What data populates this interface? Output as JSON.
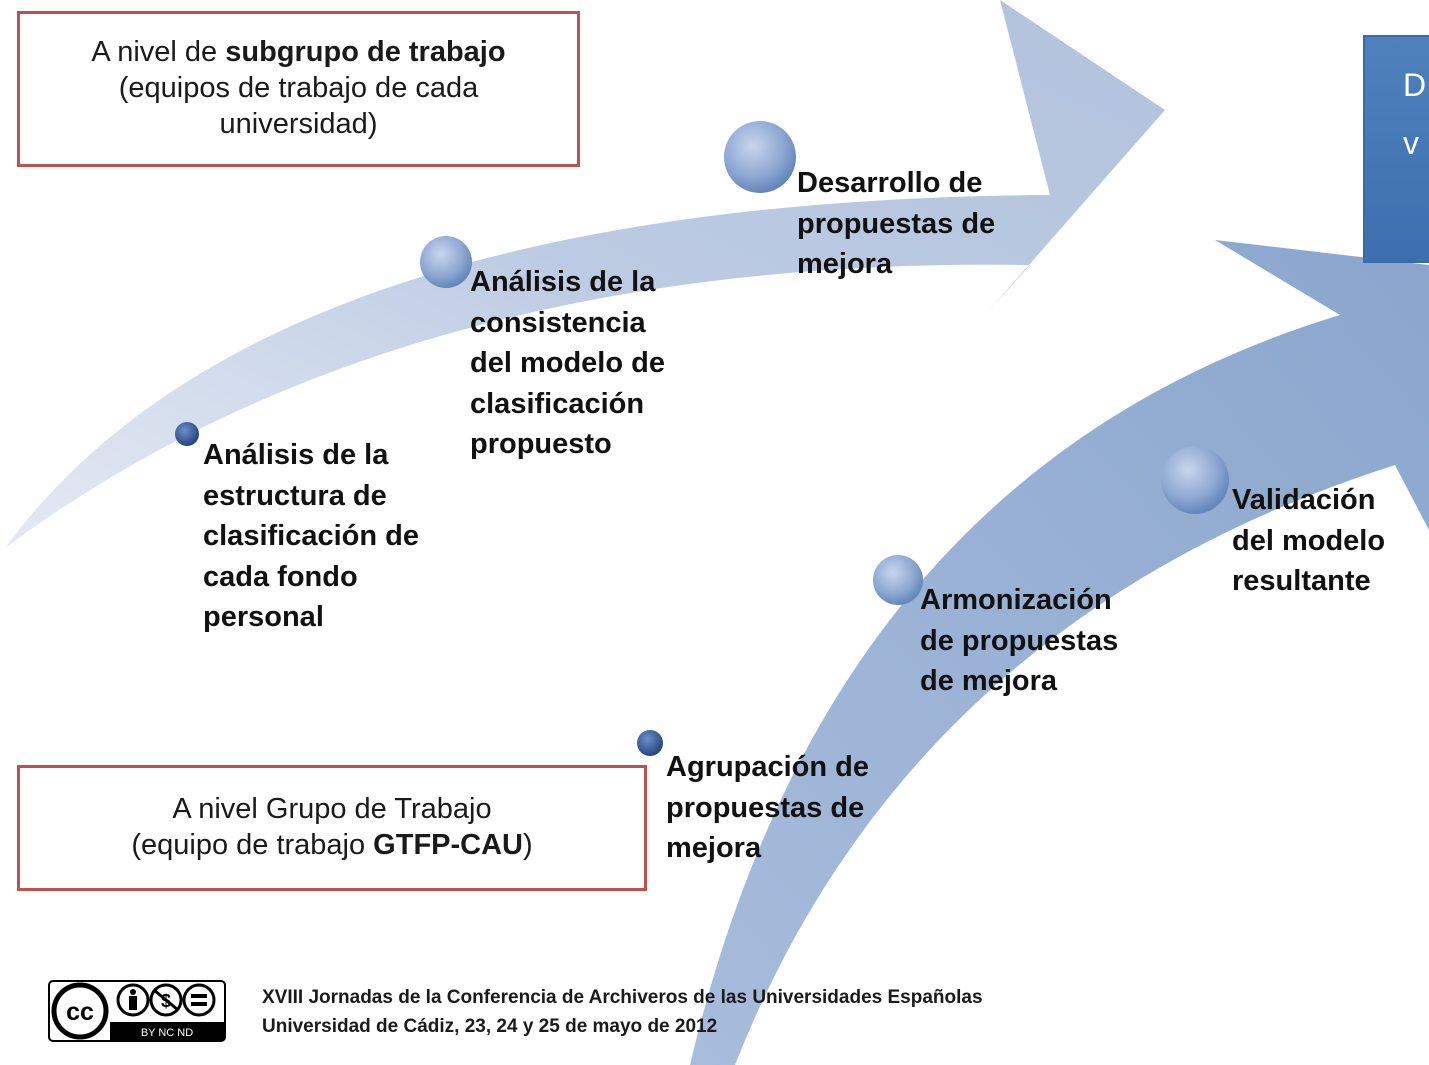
{
  "top_box": {
    "prefix": "A nivel de ",
    "bold": "subgrupo de trabajo",
    "line2": "(equipos de trabajo de cada",
    "line3": "universidad)"
  },
  "bottom_box": {
    "line1": "A nivel Grupo de Trabajo",
    "prefix": "(equipo de trabajo ",
    "bold": "GTFP-CAU",
    "suffix": ")"
  },
  "upper_steps": [
    {
      "label": "Análisis de la estructura de clasificación de cada fondo personal",
      "lines": [
        "Análisis de la",
        "estructura de",
        "clasificación de",
        "cada fondo",
        "personal"
      ]
    },
    {
      "label": "Análisis de la consistencia del modelo de clasificación propuesto",
      "lines": [
        "Análisis de la",
        "consistencia",
        "del modelo de",
        "clasificación",
        "propuesto"
      ]
    },
    {
      "label": "Desarrollo de propuestas de mejora",
      "lines": [
        "Desarrollo de",
        "propuestas de",
        "mejora"
      ]
    }
  ],
  "lower_steps": [
    {
      "label": "Agrupación de propuestas de mejora",
      "lines": [
        "Agrupación de",
        "propuestas de",
        "mejora"
      ]
    },
    {
      "label": "Armonización de propuestas de mejora",
      "lines": [
        "Armonización",
        "de propuestas",
        "de mejora"
      ]
    },
    {
      "label": "Validación del modelo resultante",
      "lines": [
        "Validación",
        "del modelo",
        "resultante"
      ]
    }
  ],
  "result_box": {
    "line1": "D",
    "line2": "v"
  },
  "footer": {
    "line1": "XVIII Jornadas de la Conferencia de Archiveros de las Universidades Españolas",
    "line2": "Universidad de Cádiz, 23, 24 y 25 de mayo de 2012"
  },
  "license_badge": {
    "icon": "cc-by-nc-nd-icon",
    "text": "BY NC ND",
    "mark": "cc"
  },
  "colors": {
    "arrow": "#b5c3dc",
    "arrow_dark": "#8fa9cf",
    "box_border": "#c0504d",
    "result_fill": "#4f81bd"
  }
}
